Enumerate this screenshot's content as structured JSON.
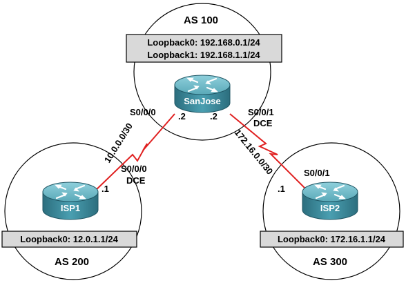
{
  "routers": {
    "sanjose": {
      "name": "SanJose",
      "as_label": "AS 100",
      "loopbacks": [
        "Loopback0: 192.168.0.1/24",
        "Loopback1: 192.168.1.1/24"
      ]
    },
    "isp1": {
      "name": "ISP1",
      "as_label": "AS 200",
      "loopbacks": [
        "Loopback0: 12.0.1.1/24"
      ]
    },
    "isp2": {
      "name": "ISP2",
      "as_label": "AS 300",
      "loopbacks": [
        "Loopback0: 172.16.1.1/24"
      ]
    }
  },
  "links": {
    "left": {
      "network": "10.0.0.0/30",
      "sanjose_interface": "S0/0/0",
      "sanjose_host": ".2",
      "isp1_interface": "S0/0/0",
      "isp1_dce": "DCE",
      "isp1_host": ".1"
    },
    "right": {
      "network": "172.16.0.0/30",
      "sanjose_interface": "S0/0/1",
      "sanjose_dce": "DCE",
      "sanjose_host": ".2",
      "isp2_interface": "S0/0/1",
      "isp2_host": ".1"
    }
  },
  "colors": {
    "serial_link": "#e02020",
    "router_body": "#3f8ea0",
    "router_top": "#7fc2cf",
    "label_box": "#d9d9d9"
  }
}
